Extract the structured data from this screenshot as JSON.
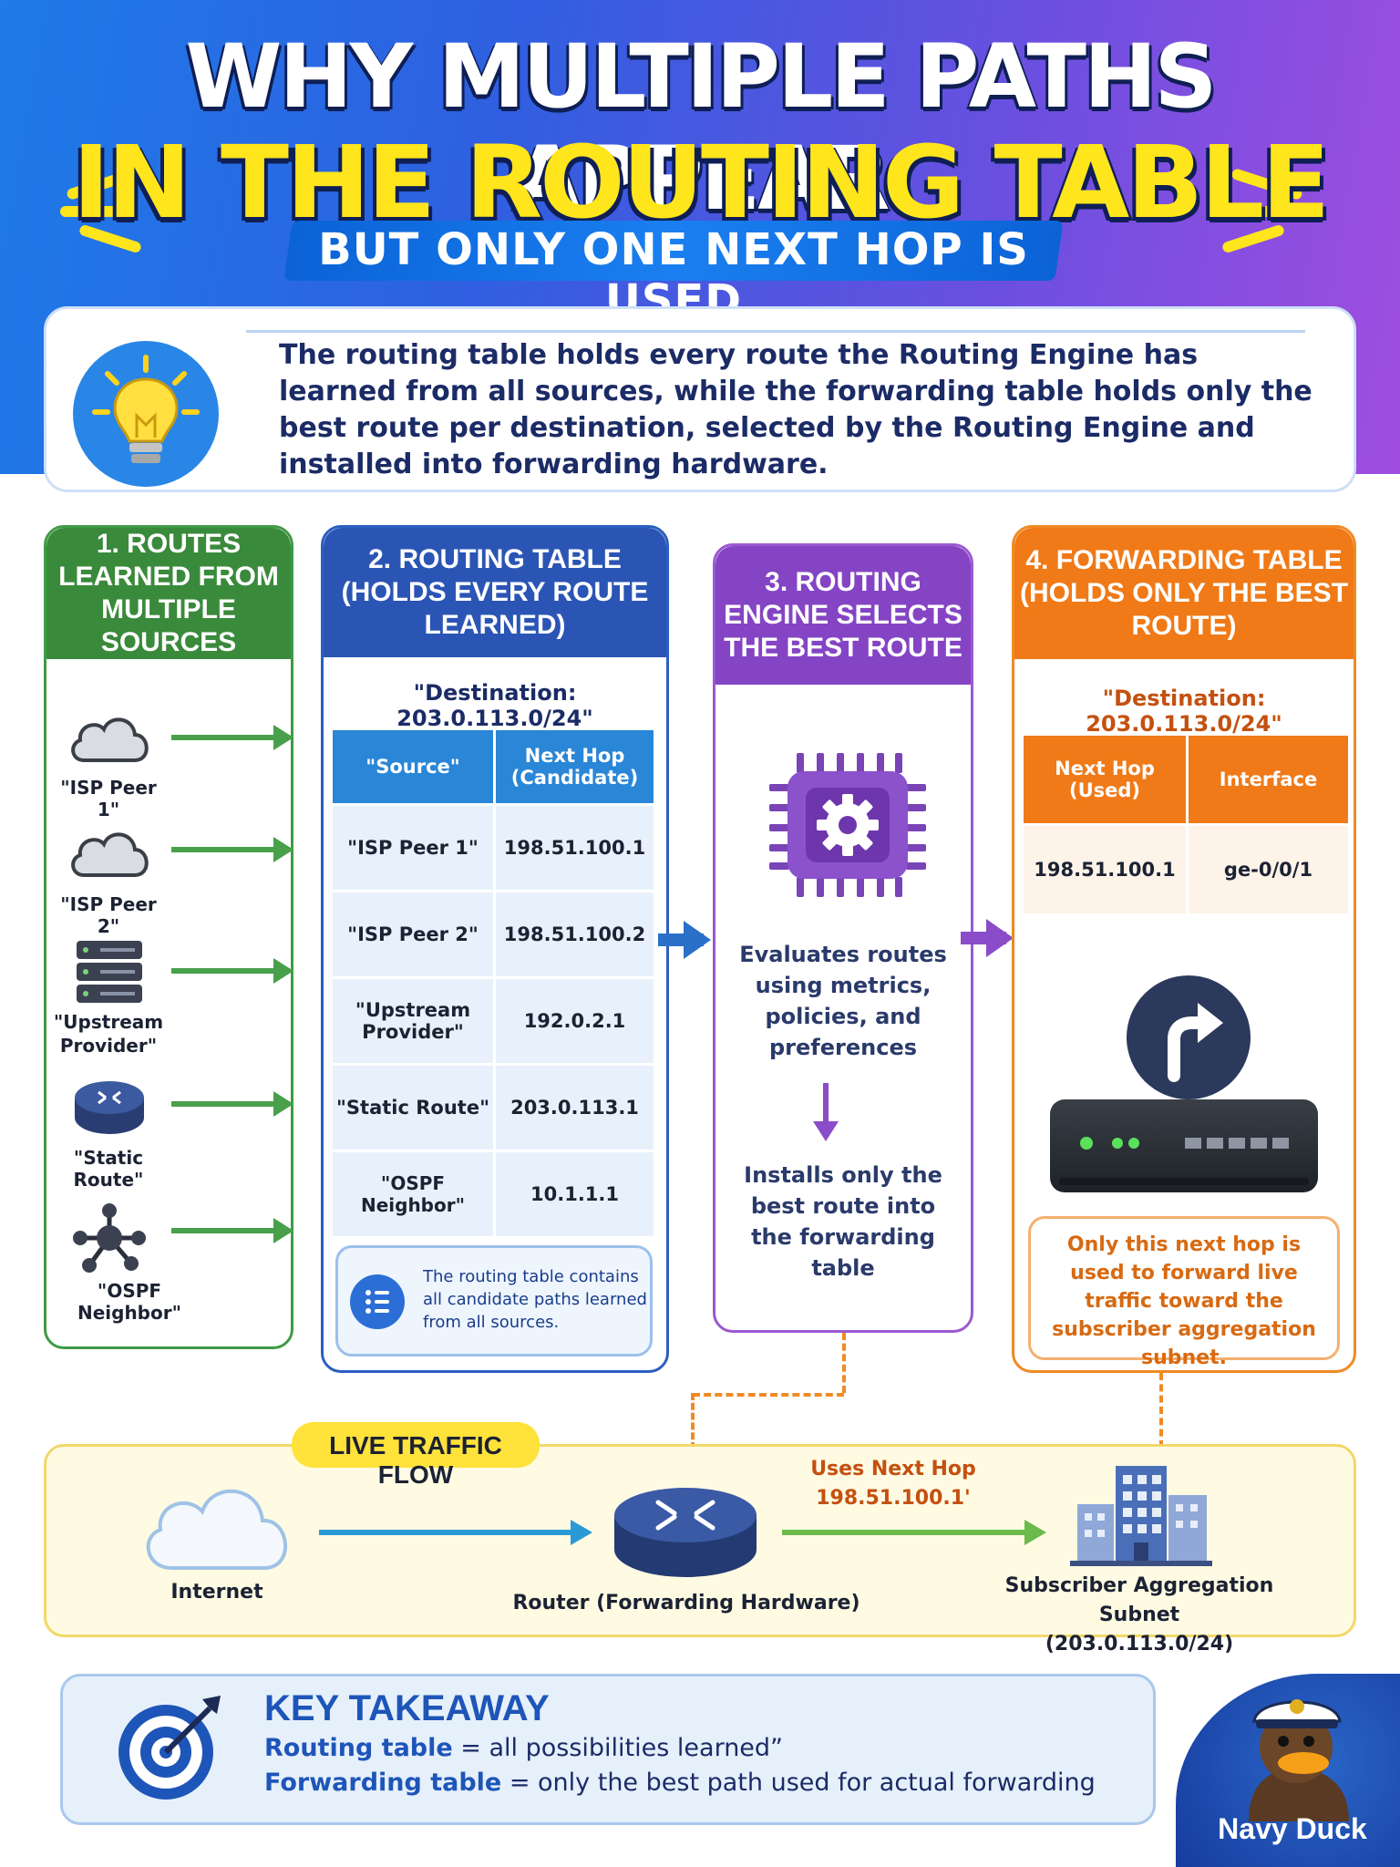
{
  "header": {
    "title_line1": "WHY MULTIPLE PATHS APPEAR",
    "title_line2": "IN THE ROUTING TABLE",
    "subtitle": "BUT ONLY ONE NEXT HOP IS USED"
  },
  "intro": {
    "text": "The routing table holds every route the Routing Engine has learned from all sources, while the forwarding table holds only the best route per destination, selected by the Routing Engine and installed into forwarding hardware.",
    "icon": "lightbulb-icon"
  },
  "column1": {
    "title": "1. ROUTES LEARNED FROM MULTIPLE SOURCES",
    "sources": [
      {
        "label": "\"ISP Peer 1\"",
        "icon": "cloud-icon"
      },
      {
        "label": "\"ISP Peer 2\"",
        "icon": "cloud-icon"
      },
      {
        "label": "\"Upstream Provider\"",
        "icon": "server-icon"
      },
      {
        "label": "\"Static Route\"",
        "icon": "router-icon"
      },
      {
        "label": "\"OSPF Neighbor\"",
        "icon": "network-icon"
      }
    ]
  },
  "column2": {
    "title": "2. ROUTING TABLE (HOLDS EVERY ROUTE LEARNED)",
    "destination": "\"Destination: 203.0.113.0/24\"",
    "headers": [
      "\"Source\"",
      "Next Hop (Candidate)"
    ],
    "rows": [
      [
        "\"ISP Peer 1\"",
        "198.51.100.1"
      ],
      [
        "\"ISP Peer 2\"",
        "198.51.100.2"
      ],
      [
        "\"Upstream Provider\"",
        "192.0.2.1"
      ],
      [
        "\"Static Route\"",
        "203.0.113.1"
      ],
      [
        "\"OSPF Neighbor\"",
        "10.1.1.1"
      ]
    ],
    "note": "The routing table contains all candidate paths learned from all sources."
  },
  "column3": {
    "title": "3. ROUTING ENGINE SELECTS THE BEST ROUTE",
    "evaluate": "Evaluates routes using metrics, policies, and preferences",
    "install": "Installs only the best route into the forwarding table"
  },
  "column4": {
    "title": "4. FORWARDING TABLE (HOLDS ONLY THE BEST ROUTE)",
    "destination": "\"Destination: 203.0.113.0/24\"",
    "headers": [
      "Next Hop (Used)",
      "Interface"
    ],
    "row": [
      "198.51.100.1",
      "ge-0/0/1"
    ],
    "note": "Only this next hop is used to forward live traffic toward the subscriber aggregation subnet."
  },
  "flow": {
    "badge": "LIVE TRAFFIC FLOW",
    "internet": "Internet",
    "router": "Router (Forwarding Hardware)",
    "hop_line1": "Uses Next Hop",
    "hop_line2": "198.51.100.1'",
    "subnet_line1": "Subscriber Aggregation",
    "subnet_line2": "Subnet (203.0.113.0/24)"
  },
  "takeaway": {
    "title": "KEY TAKEAWAY",
    "line1_bold": "Routing table",
    "line1_rest": " = all possibilities learned”",
    "line2_bold": "Forwarding table",
    "line2_rest": " = only the best path used for actual forwarding"
  },
  "brand": {
    "name": "Navy Duck"
  },
  "colors": {
    "green": "#3a8a3b",
    "blue": "#2b55b5",
    "purple": "#8444c4",
    "orange": "#f07a18",
    "yellow": "#ffe51c"
  }
}
